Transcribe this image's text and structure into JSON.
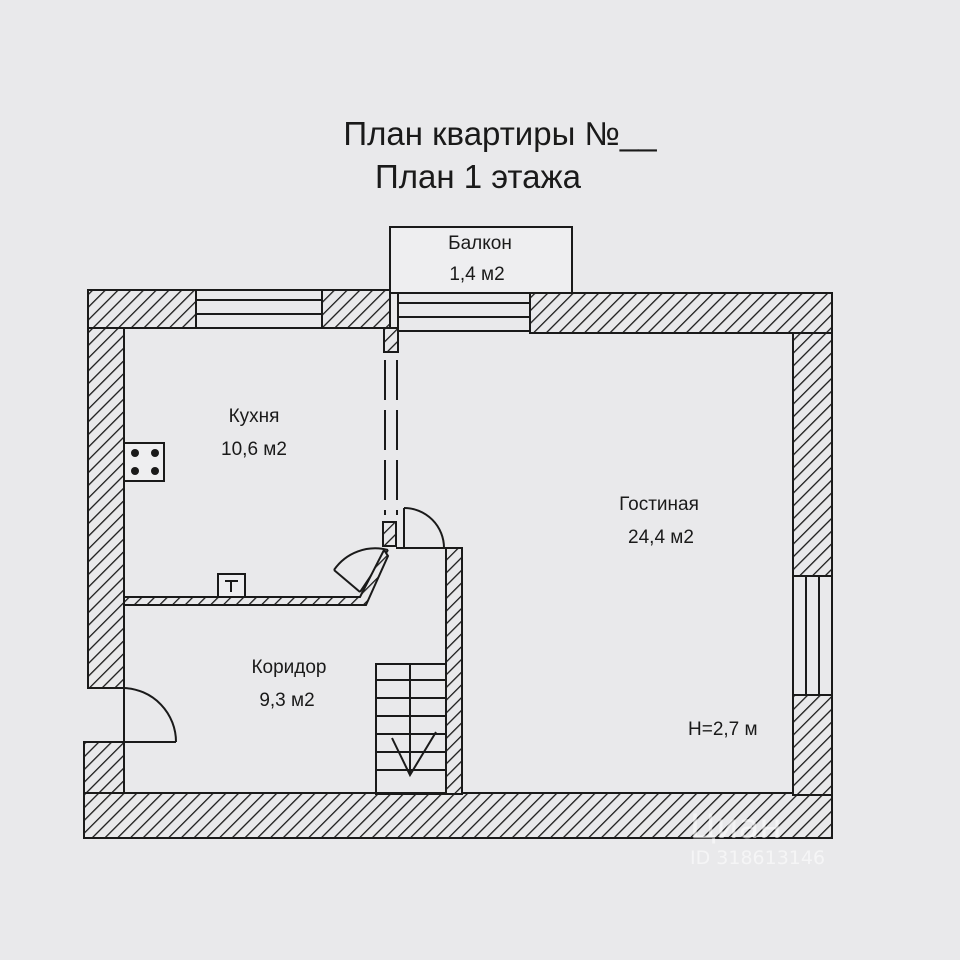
{
  "header": {
    "title_line1": "План квартиры №__",
    "title_line2": "План 1 этажа"
  },
  "rooms": {
    "balcony": {
      "name": "Балкон",
      "area": "1,4 м2"
    },
    "kitchen": {
      "name": "Кухня",
      "area": "10,6 м2"
    },
    "living": {
      "name": "Гостиная",
      "area": "24,4 м2"
    },
    "corridor": {
      "name": "Коридор",
      "area": "9,3 м2"
    }
  },
  "ceiling_height": "H=2,7 м",
  "watermark": {
    "logo": "Циан",
    "id": "ID 318613146"
  },
  "colors": {
    "background": "#e9e9eb",
    "line": "#1a1a1a"
  }
}
